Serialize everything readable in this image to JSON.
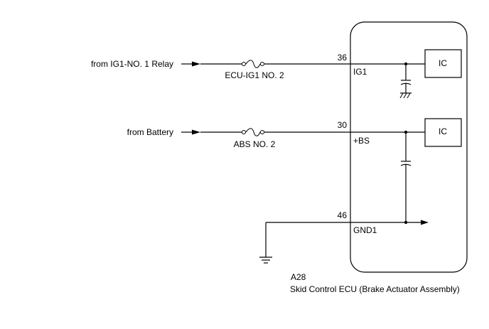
{
  "inputs": [
    {
      "source": "from IG1-NO. 1 Relay",
      "fuse": "ECU-IG1 NO. 2",
      "pin": "36",
      "terminal": "IG1"
    },
    {
      "source": "from Battery",
      "fuse": "ABS NO. 2",
      "pin": "30",
      "terminal": "+BS"
    }
  ],
  "ground": {
    "pin": "46",
    "terminal": "GND1"
  },
  "ic_labels": [
    "IC",
    "IC"
  ],
  "connector": "A28",
  "component": "Skid Control ECU (Brake Actuator Assembly)"
}
